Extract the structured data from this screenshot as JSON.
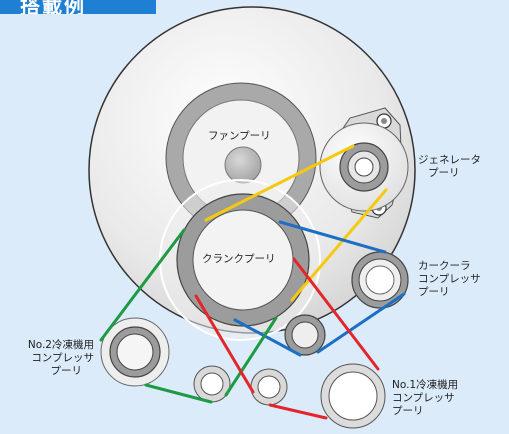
{
  "title": "搭載例",
  "labels": {
    "fan_pulley": "ファンプーリ",
    "crank_pulley": "クランクプーリ",
    "generator": [
      "ジェネレータ",
      "プーリ"
    ],
    "car_cooler": [
      "カークーラ",
      "コンプレッサ",
      "プーリ"
    ],
    "no2_compressor": [
      "No.2冷凍機用",
      "コンプレッサ",
      "プーリ"
    ],
    "no1_compressor": [
      "No.1冷凍機用",
      "コンプレッサ",
      "プーリ"
    ]
  },
  "colors": {
    "background": "#dcebfa",
    "title_bg": "#1f7fd3",
    "belt_yellow": "#f5c90f",
    "belt_blue": "#1c6fc4",
    "belt_green": "#1e9a45",
    "belt_red": "#e2262b"
  }
}
